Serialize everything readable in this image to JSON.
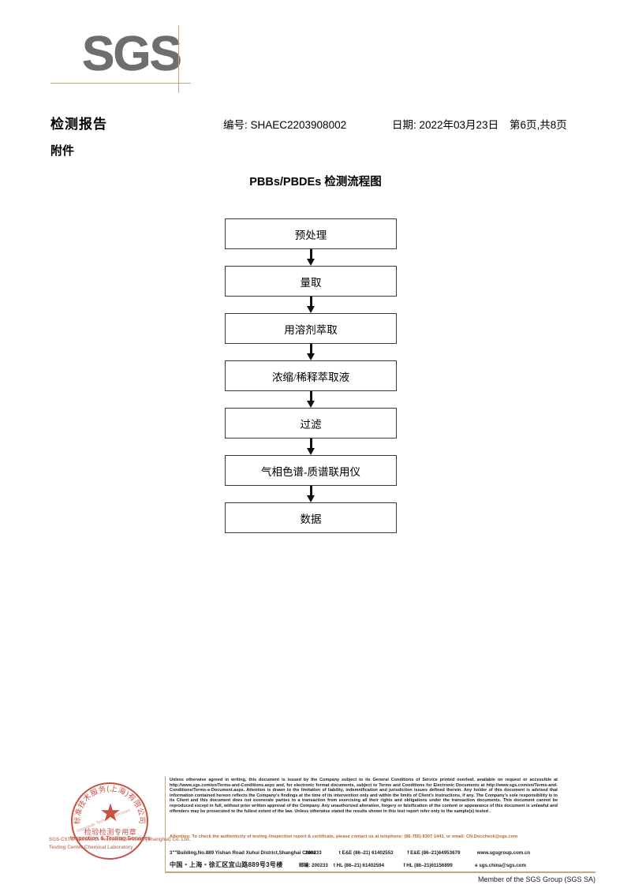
{
  "brand": {
    "logo_text": "SGS",
    "logo_color": "#6e6e6e",
    "accent_color": "#c7a57f"
  },
  "header": {
    "title": "检测报告",
    "subtitle": "附件",
    "report_no": "编号: SHAEC2203908002",
    "date": "日期: 2022年03月23日",
    "page": "第6页,共8页"
  },
  "flowchart": {
    "title": "PBBs/PBDEs 检测流程图",
    "steps": [
      {
        "label": "预处理"
      },
      {
        "label": "量取"
      },
      {
        "label": "用溶剂萃取"
      },
      {
        "label": "浓缩/稀释萃取液"
      },
      {
        "label": "过滤"
      },
      {
        "label": "气相色谱-质谱联用仪"
      },
      {
        "label": "数据"
      }
    ]
  },
  "stamp": {
    "arc_cn": "标准技术服务(上海)有限公司",
    "star_glyph": "★",
    "cn_line": "检验检测专用章",
    "en_line": "Inspection & Testing Services",
    "watermark_line1": "SGS-CSTC Standards Technical Services (Shanghai) Co. Ltd.",
    "watermark_line2": "Testing Center-Chemical Laboratory",
    "watermark_diag": "Standards Technical Services",
    "color": "#c0392b"
  },
  "footer": {
    "legal": "Unless otherwise agreed in writing, this document is issued by the Company subject to its General Conditions of Service printed overleaf, available on request or accessible at http://www.sgs.com/en/Terms-and-Conditions.aspx and, for electronic format documents, subject to Terms and Conditions for Electronic Documents at http://www.sgs.com/en/Terms-and-Conditions/Terms-e-Document.aspx. Attention is drawn to the limitation of liability, indemnification and jurisdiction issues defined therein. Any holder of this document is advised that information contained hereon reflects the Company's findings at the time of its intervention only and within the limits of Client's instructions, if any. The Company's sole responsibility is to its Client and this document does not exonerate parties to a transaction from exercising all their rights and obligations under the transaction documents. This document cannot be reproduced except in full, without prior written approval of the Company. Any unauthorized alteration, forgery or falsification of the content or appearance of this document is unlawful and offenders may be prosecuted to the fullest extent of the law. Unless otherwise stated the results shown in this test report refer only to the sample(s) tested .",
    "attention": "Attention: To check the authenticity of testing /inspection report & certificate, please contact us at telephone: (86-755) 8307 1443, or email: CN.Doccheck@sgs.com",
    "address_rows": [
      {
        "c1": "3\"\"Building,No.889 Yishan Road Xuhui District,Shanghai China",
        "c2": "200233",
        "c3": "t E&E (86–21) 61402553",
        "c4": "f E&E (86–21)64953679",
        "c5": "www.sgsgroup.com.cn"
      },
      {
        "c1": "中国・上海・徐汇区宜山路889号3号楼",
        "c2": "邮编: 200233",
        "c3": "t HL (86–21) 61402594",
        "c4": "f HL (86–21)61156899",
        "c5": "e  sgs.china@sgs.com"
      }
    ],
    "member": "Member of the SGS Group (SGS SA)"
  }
}
